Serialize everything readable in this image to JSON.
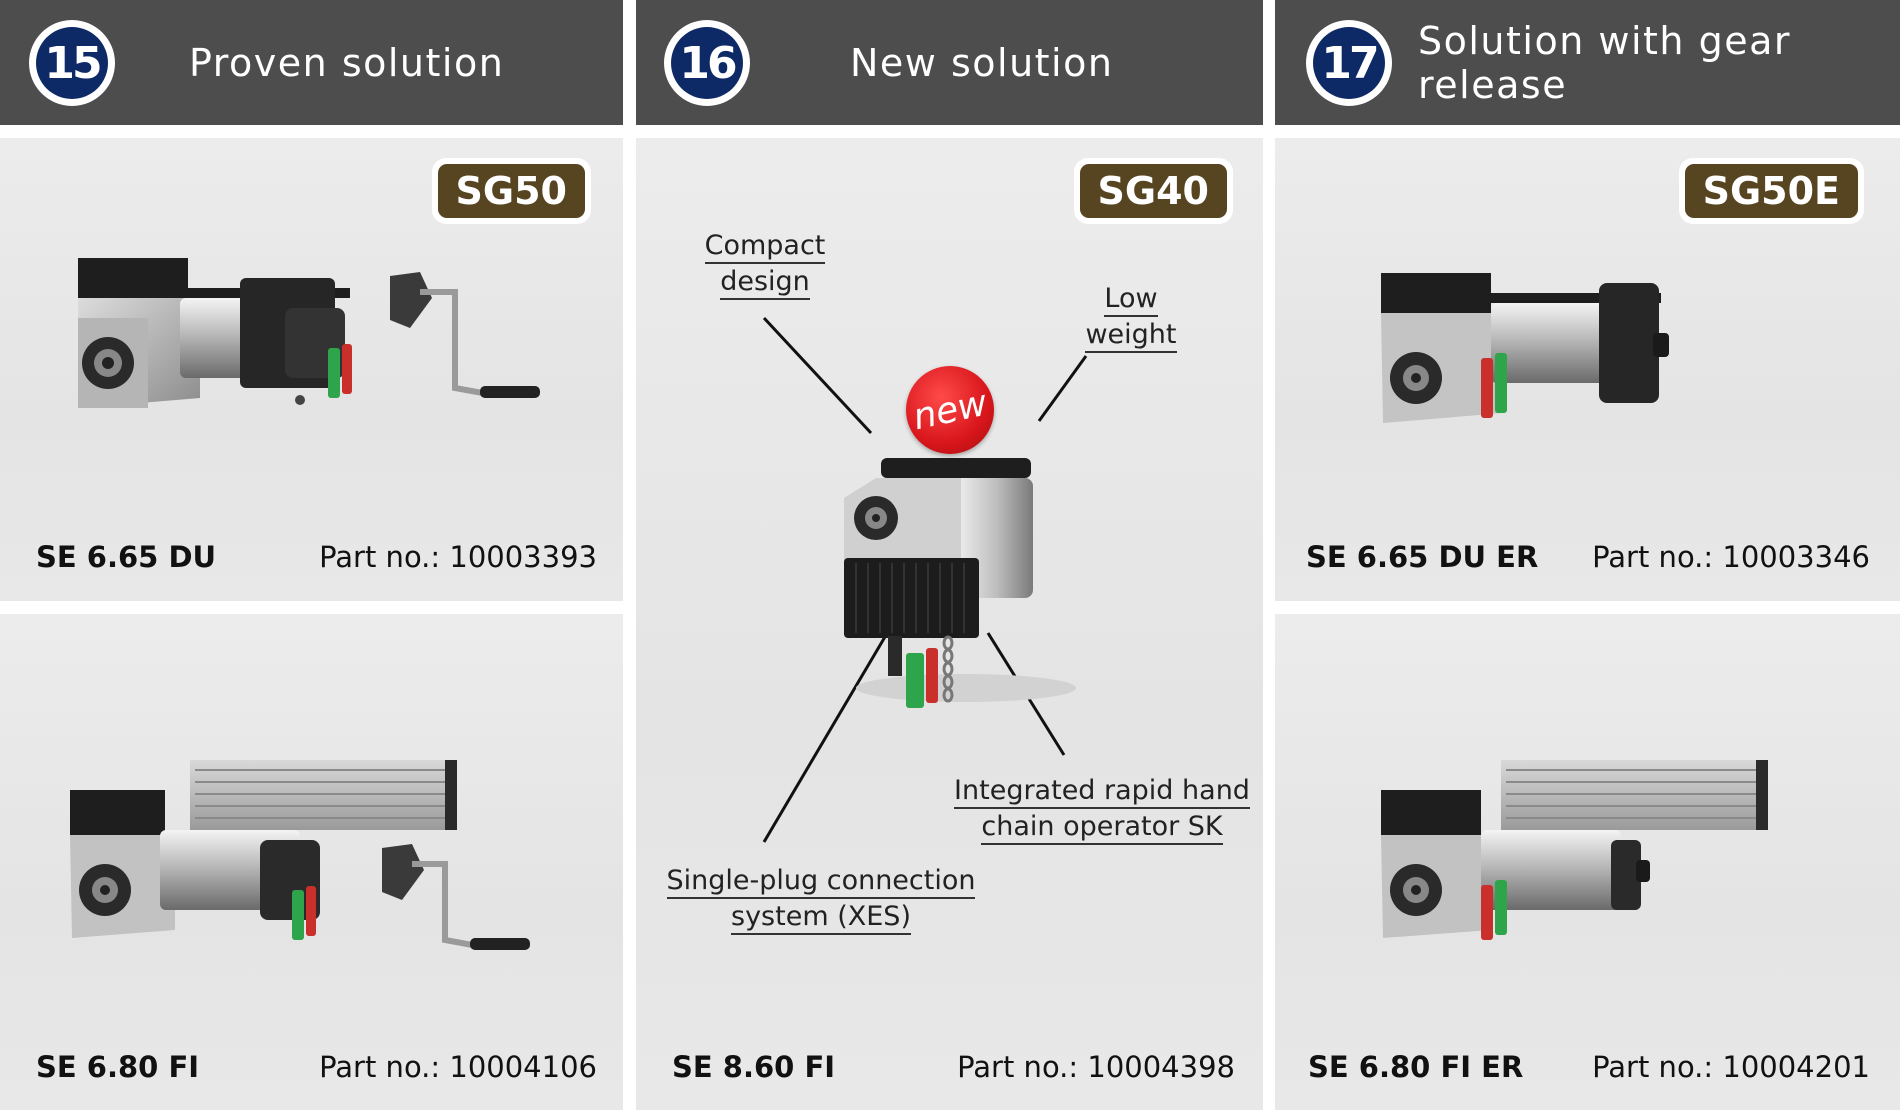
{
  "columns": [
    {
      "number": "15",
      "title": "Proven solution",
      "tag": "SG50",
      "top": {
        "model": "SE 6.65 DU",
        "part": "Part no.: 10003393"
      },
      "bottom": {
        "model": "SE 6.80 FI",
        "part": "Part no.: 10004106"
      }
    },
    {
      "number": "16",
      "title": "New solution",
      "tag": "SG40",
      "new_badge": "new",
      "annotations": {
        "compact": [
          "Compact",
          "design"
        ],
        "low_weight": [
          "Low",
          "weight"
        ],
        "rapid_chain": [
          "Integrated rapid hand",
          "chain operator SK"
        ],
        "single_plug": [
          "Single-plug connection",
          "system (XES)"
        ]
      },
      "bottom": {
        "model": "SE 8.60 FI",
        "part": "Part no.: 10004398"
      }
    },
    {
      "number": "17",
      "title": "Solution with gear release",
      "tag": "SG50E",
      "top": {
        "model": "SE 6.65 DU ER",
        "part": "Part no.: 10003346"
      },
      "bottom": {
        "model": "SE 6.80 FI ER",
        "part": "Part no.: 10004201"
      }
    }
  ],
  "colors": {
    "header_bg": "#4d4d4d",
    "badge_blue": "#0e2a66",
    "tag_brown": "#574521",
    "panel_bg": "#e8e8e8",
    "new_red": "#d8161b"
  }
}
